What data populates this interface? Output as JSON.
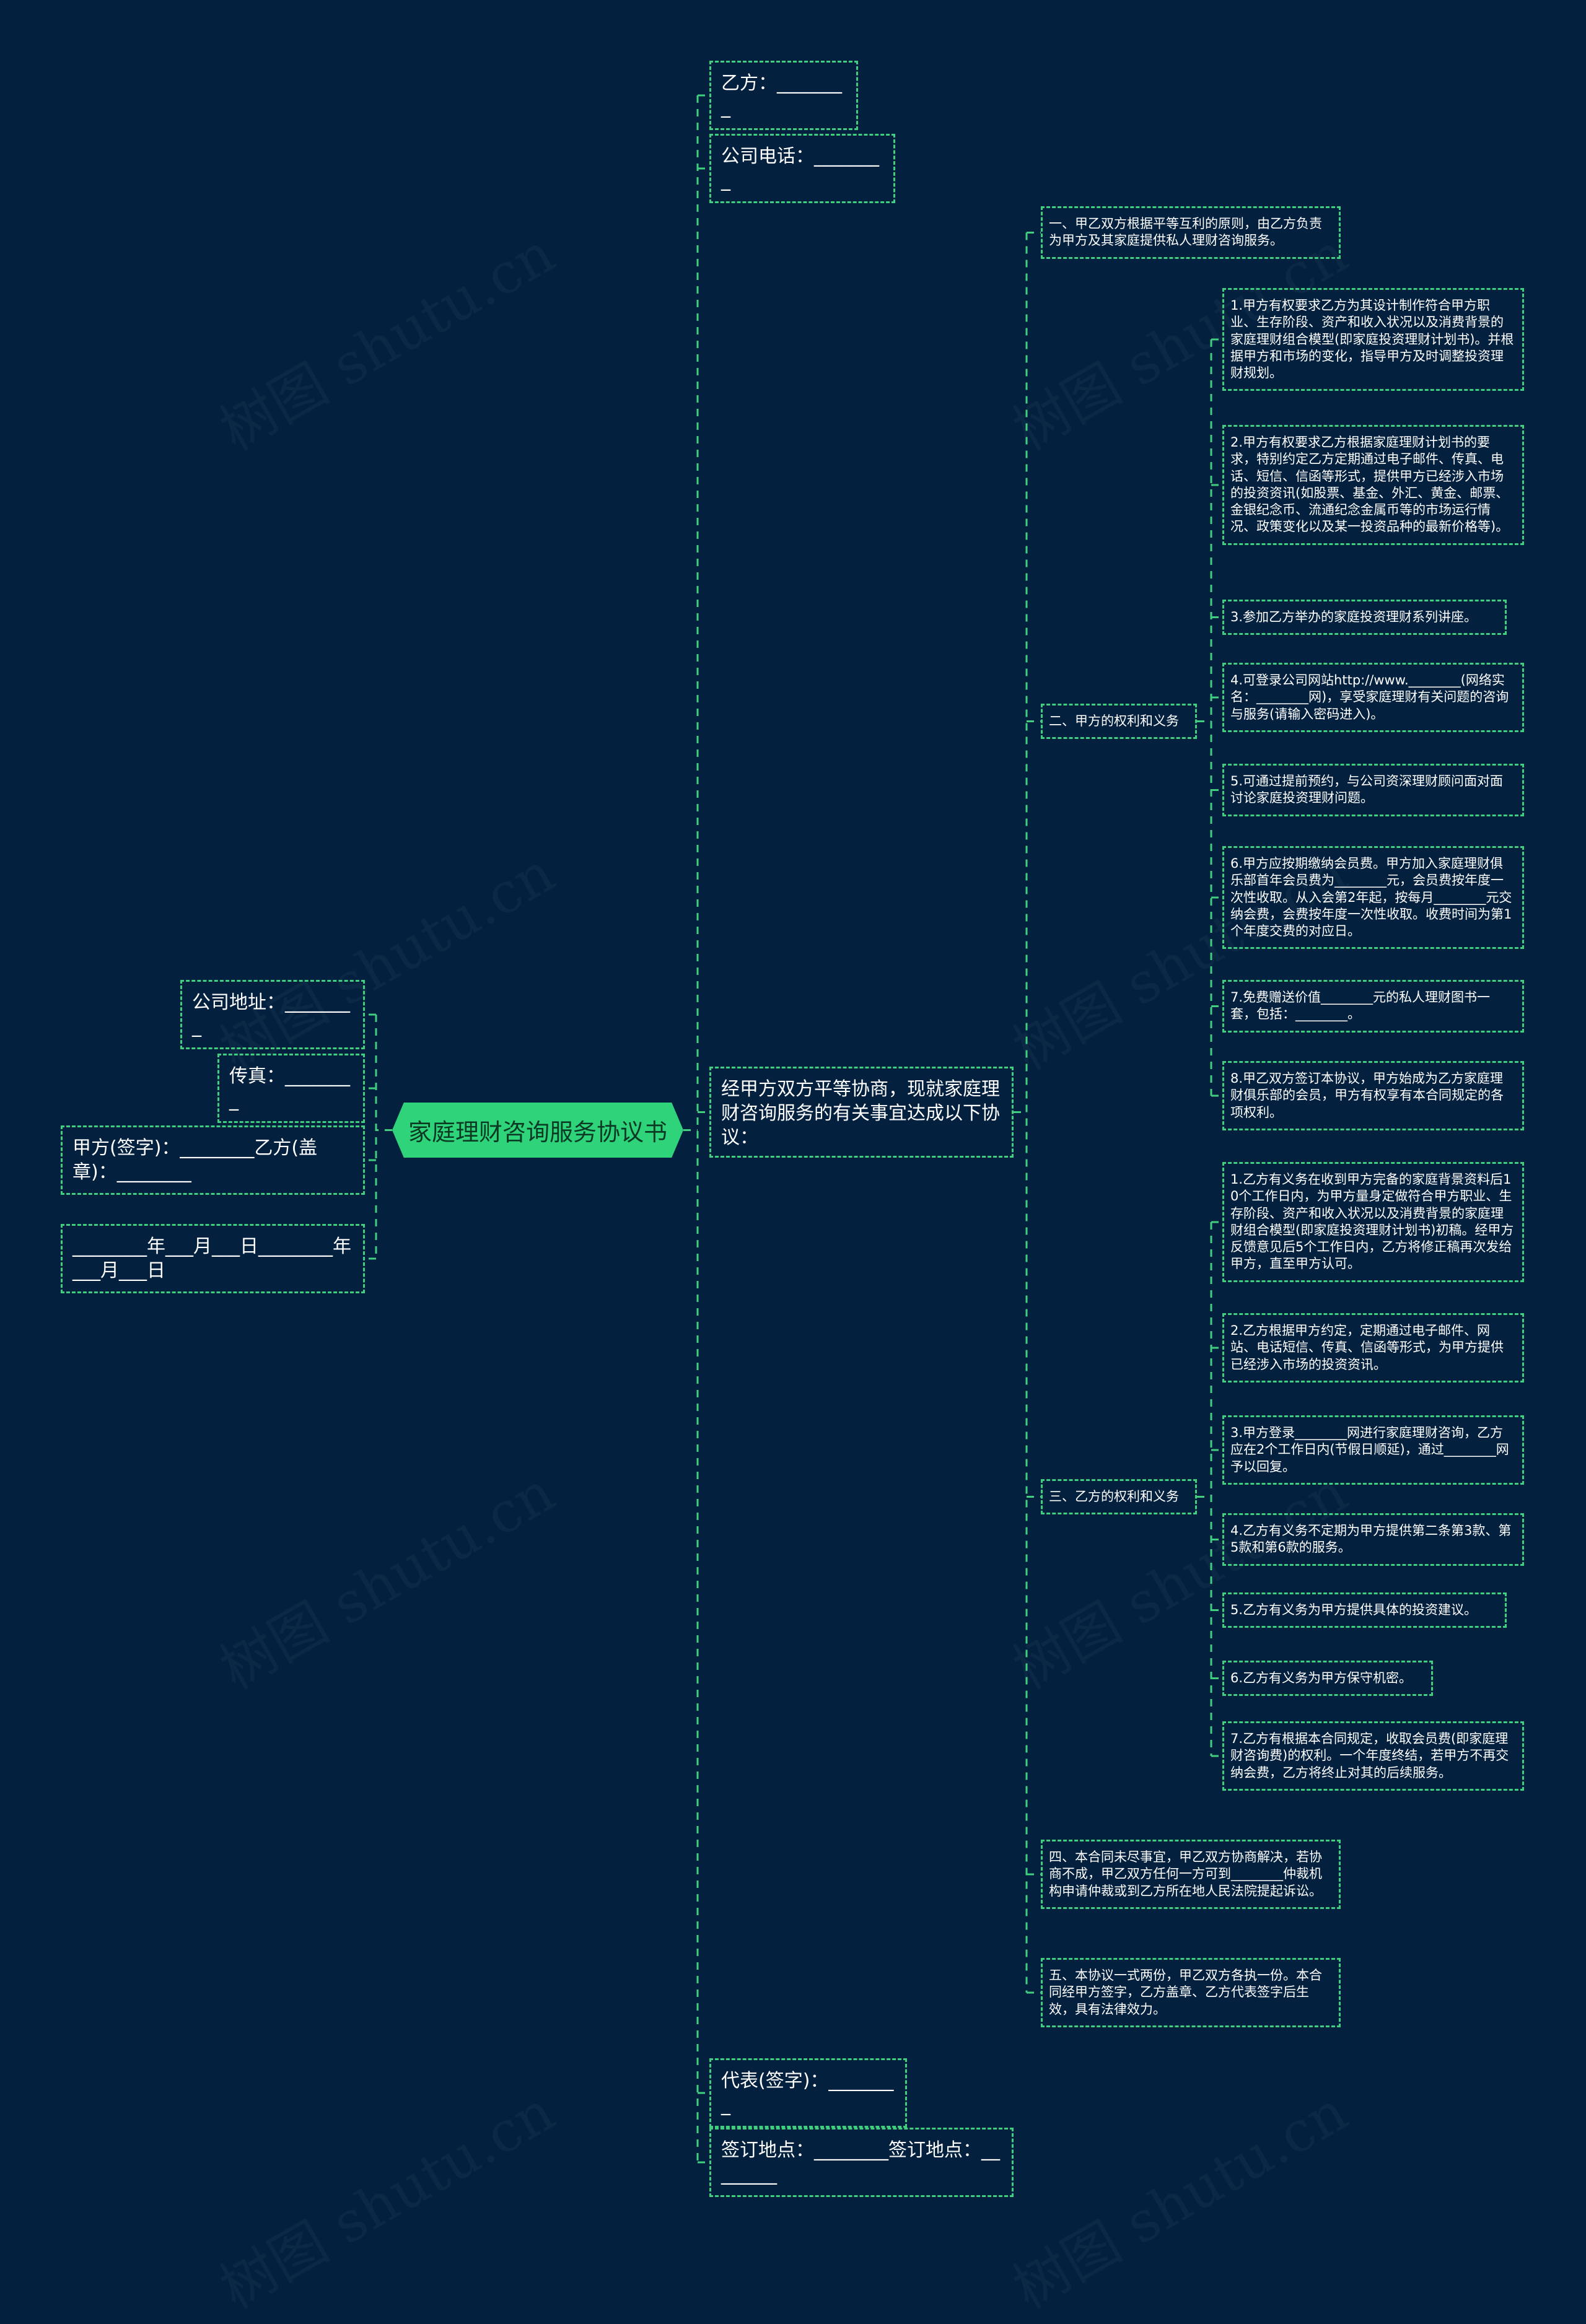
{
  "watermark": "树图 shutu.cn",
  "colors": {
    "background": "#03213f",
    "accent": "#2fd47a",
    "border": "#3fcf7f"
  },
  "root": {
    "title": "家庭理财咨询服务协议书"
  },
  "left": [
    "公司地址：________",
    "传真：________",
    "甲方(签字)：________乙方(盖章)：________",
    "________年___月___日________年___月___日"
  ],
  "right": {
    "party_b": "乙方：________",
    "company_phone": "公司电话：________",
    "intro": "经甲方双方平等协商，现就家庭理财咨询服务的有关事宜达成以下协议：",
    "representative": "代表(签字)：________",
    "signing_place": "签订地点：________签订地点：________"
  },
  "clauses": {
    "c1": "一、甲乙双方根据平等互利的原则，由乙方负责为甲方及其家庭提供私人理财咨询服务。",
    "c2": {
      "title": "二、甲方的权利和义务",
      "items": [
        "1.甲方有权要求乙方为其设计制作符合甲方职业、生存阶段、资产和收入状况以及消费背景的家庭理财组合模型(即家庭投资理财计划书)。并根据甲方和市场的变化，指导甲方及时调整投资理财规划。",
        "2.甲方有权要求乙方根据家庭理财计划书的要求，特别约定乙方定期通过电子邮件、传真、电话、短信、信函等形式，提供甲方已经涉入市场的投资资讯(如股票、基金、外汇、黄金、邮票、金银纪念币、流通纪念金属币等的市场运行情况、政策变化以及某一投资品种的最新价格等)。",
        "3.参加乙方举办的家庭投资理财系列讲座。",
        "4.可登录公司网站http://www.________(网络实名：________网)，享受家庭理财有关问题的咨询与服务(请输入密码进入)。",
        "5.可通过提前预约，与公司资深理财顾问面对面讨论家庭投资理财问题。",
        "6.甲方应按期缴纳会员费。甲方加入家庭理财俱乐部首年会员费为________元，会员费按年度一次性收取。从入会第2年起，按每月________元交纳会费，会费按年度一次性收取。收费时间为第1个年度交费的对应日。",
        "7.免费赠送价值________元的私人理财图书一套，包括：________。",
        "8.甲乙双方签订本协议，甲方始成为乙方家庭理财俱乐部的会员，甲方有权享有本合同规定的各项权利。"
      ]
    },
    "c3": {
      "title": "三、乙方的权利和义务",
      "items": [
        "1.乙方有义务在收到甲方完备的家庭背景资料后10个工作日内，为甲方量身定做符合甲方职业、生存阶段、资产和收入状况以及消费背景的家庭理财组合模型(即家庭投资理财计划书)初稿。经甲方反馈意见后5个工作日内，乙方将修正稿再次发给甲方，直至甲方认可。",
        "2.乙方根据甲方约定，定期通过电子邮件、网站、电话短信、传真、信函等形式，为甲方提供已经涉入市场的投资资讯。",
        "3.甲方登录________网进行家庭理财咨询，乙方应在2个工作日内(节假日顺延)，通过________网予以回复。",
        "4.乙方有义务不定期为甲方提供第二条第3款、第5款和第6款的服务。",
        "5.乙方有义务为甲方提供具体的投资建议。",
        "6.乙方有义务为甲方保守机密。",
        "7.乙方有根据本合同规定，收取会员费(即家庭理财咨询费)的权利。一个年度终结，若甲方不再交纳会费，乙方将终止对其的后续服务。"
      ]
    },
    "c4": "四、本合同未尽事宜，甲乙双方协商解决，若协商不成，甲乙双方任何一方可到________仲裁机构申请仲裁或到乙方所在地人民法院提起诉讼。",
    "c5": "五、本协议一式两份，甲乙双方各执一份。本合同经甲方签字，乙方盖章、乙方代表签字后生效，具有法律效力。"
  }
}
